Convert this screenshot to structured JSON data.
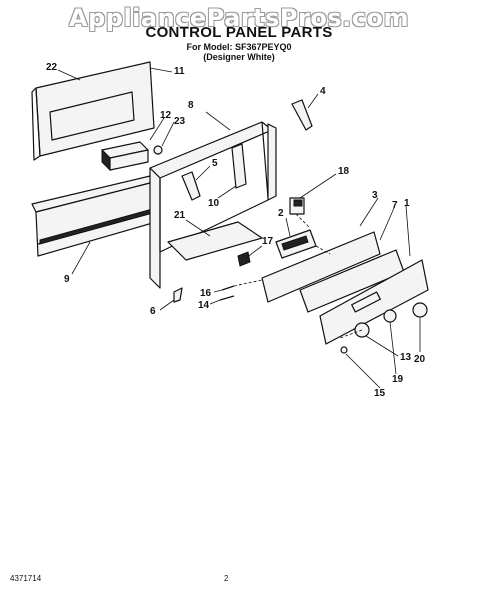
{
  "watermark": "AppliancePartsPros.com",
  "header": {
    "title": "CONTROL PANEL PARTS",
    "model_line": "For Model: SF367PEYQ0",
    "variant_line": "(Designer White)"
  },
  "callouts": {
    "c22": "22",
    "c11": "11",
    "c12": "12",
    "c23": "23",
    "c8": "8",
    "c4": "4",
    "c5": "5",
    "c10": "10",
    "c18": "18",
    "c3": "3",
    "c7": "7",
    "c1": "1",
    "c2": "2",
    "c21": "21",
    "c17": "17",
    "c9": "9",
    "c16": "16",
    "c14": "14",
    "c6": "6",
    "c13": "13",
    "c20": "20",
    "c19": "19",
    "c15": "15"
  },
  "footer": {
    "doc_number": "4371714",
    "page_number": "2"
  }
}
